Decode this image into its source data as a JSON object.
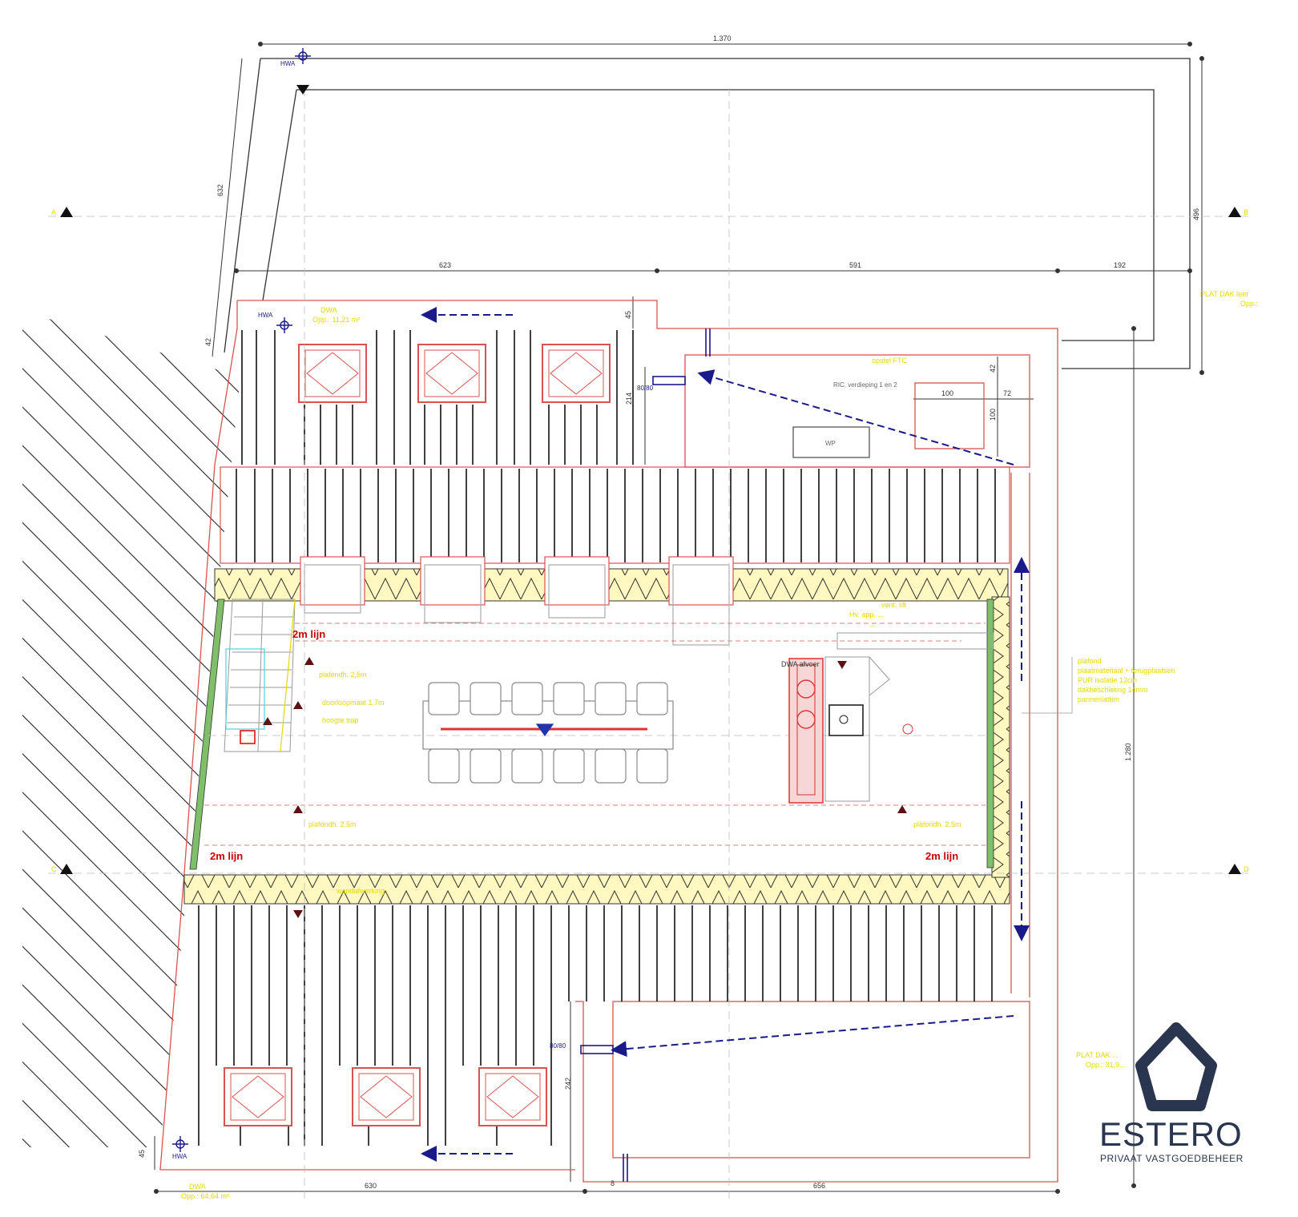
{
  "dimensions": {
    "top_total": "1.370",
    "top_left": "623",
    "top_mid": "591",
    "top_right": "192",
    "left_upper": "632",
    "right_upper": "496",
    "right_total": "1.280",
    "bottom_left": "630",
    "bottom_right": "656",
    "d45_top": "45",
    "d45_bottom": "45",
    "d42": "42",
    "d100_w": "100",
    "d100_h": "100",
    "d72": "72",
    "d42b": "42",
    "d214": "214",
    "d2xx": "242",
    "d8a": "8"
  },
  "labels": {
    "hwa1": "HWA",
    "hwa2": "HWA",
    "hwa3": "HWA",
    "dwa_top": "DWA",
    "dwa_top_area": "Opp.: 11,21 m²",
    "dwa_bottom": "DWA",
    "dwa_bottom_area": "Opp.: 64,64 m²",
    "plat_dak_top": "PLAT DAK leer",
    "plat_dak_top_sub": "Opp.:",
    "plat_dak_bottom": "PLAT DAK ...",
    "plat_dak_bottom_sub": "Opp.: 31,9...",
    "wp": "WP",
    "ric": "RIC. verdieping 1 en 2",
    "ventiel": "opstel FTC",
    "sec_a": "A",
    "sec_b": "B",
    "sec_c": "C",
    "sec_d": "D",
    "lijn_top": "2m lijn",
    "lijn_left": "2m lijn",
    "lijn_right": "2m lijn",
    "note1": "plafondh. 2,5m",
    "note2": "plafondh. 2,5m",
    "note3": "plafondh. 2,5m",
    "note4": "hoogte trap",
    "note5": "doorloopmaat 1,7m",
    "note6": "vent. lift",
    "note7": "Hv. app. ...",
    "note8": "...",
    "note9": "wandafwerking",
    "dwa_kitchen": "DWA afvoer",
    "dim_80": "80/80",
    "dim_80b": "80/80",
    "legend": [
      "plafond",
      "plaatmateriaal + terugplaatsen",
      "PUR isolatie 12cm",
      "dakbeschieting 14mm",
      "pannenlatten"
    ]
  },
  "brand": {
    "name": "ESTERO",
    "tagline": "PRIVAAT VASTGOEDBEHEER",
    "color": "#2a3550"
  },
  "colors": {
    "wall": "#d9534f",
    "insulation": "#fff8c0",
    "arrow": "#1a1a8c",
    "annotation": "#e6d800"
  }
}
